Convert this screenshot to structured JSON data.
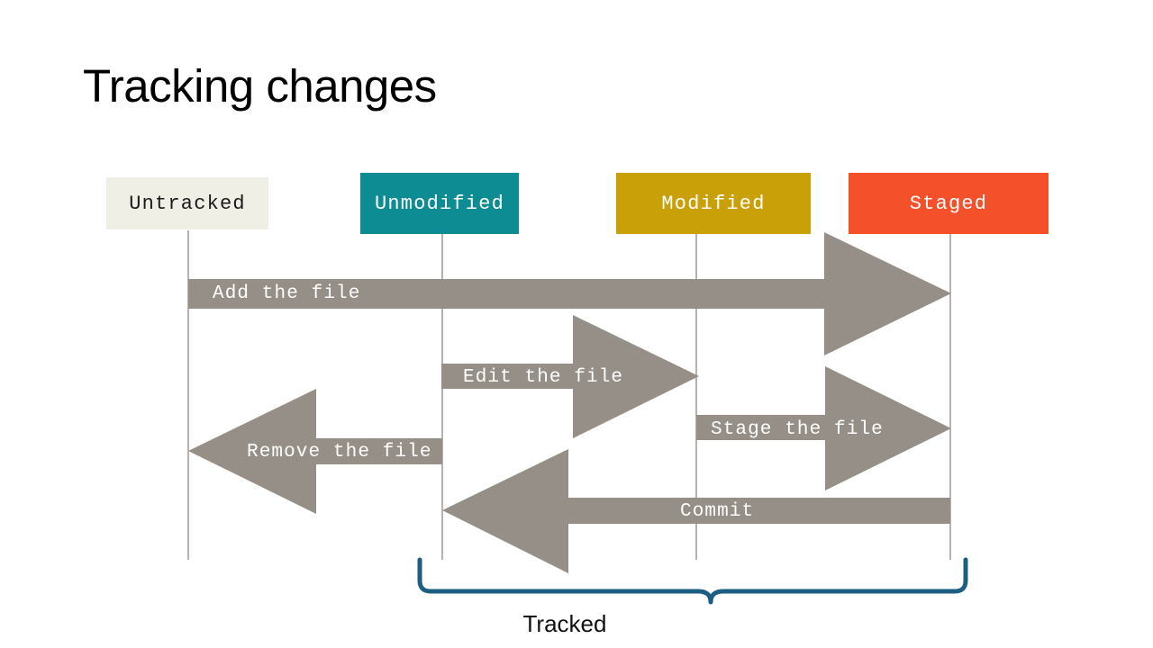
{
  "slide": {
    "title": "Tracking changes",
    "background": "#ffffff"
  },
  "palette": {
    "untracked_bg": "#efefe6",
    "untracked_fg": "#1a1a1a",
    "unmodified_bg": "#0d8c93",
    "unmodified_fg": "#ffffff",
    "modified_bg": "#c9a007",
    "modified_fg": "#ffffff",
    "staged_bg": "#f4512b",
    "staged_fg": "#ffffff",
    "arrow_grey": "#968f87",
    "guide_line": "#b7b2ad",
    "bracket_blue": "#1c5f82",
    "label_fg": "#ffffff"
  },
  "states": [
    {
      "id": "untracked",
      "label": "Untracked",
      "bg": "#efefe6",
      "fg": "#1a1a1a"
    },
    {
      "id": "unmodified",
      "label": "Unmodified",
      "bg": "#0d8c93",
      "fg": "#ffffff"
    },
    {
      "id": "modified",
      "label": "Modified",
      "bg": "#c9a007",
      "fg": "#ffffff"
    },
    {
      "id": "staged",
      "label": "Staged",
      "bg": "#f4512b",
      "fg": "#ffffff"
    }
  ],
  "transitions": [
    {
      "id": "add",
      "label": "Add the file",
      "from": "untracked",
      "to": "staged",
      "direction": "right"
    },
    {
      "id": "edit",
      "label": "Edit the file",
      "from": "unmodified",
      "to": "modified",
      "direction": "right"
    },
    {
      "id": "remove",
      "label": "Remove the file",
      "from": "unmodified",
      "to": "untracked",
      "direction": "left"
    },
    {
      "id": "stage",
      "label": "Stage the file",
      "from": "modified",
      "to": "staged",
      "direction": "right"
    },
    {
      "id": "commit",
      "label": "Commit",
      "from": "staged",
      "to": "unmodified",
      "direction": "left"
    }
  ],
  "bracket": {
    "label": "Tracked",
    "color": "#1c5f82",
    "covers": [
      "unmodified",
      "modified",
      "staged"
    ]
  }
}
